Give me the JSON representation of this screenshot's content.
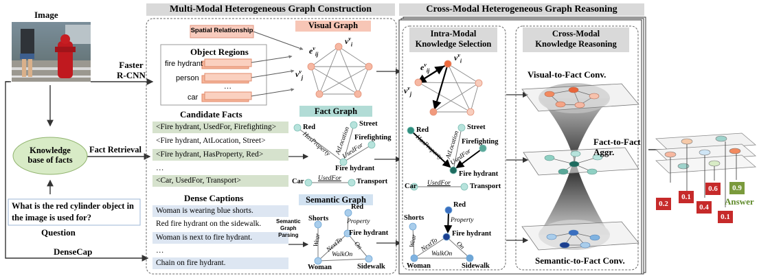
{
  "left": {
    "image_label": "Image",
    "faster_rcnn": "Faster\nR-CNN",
    "knowledge_base": "Knowledge\nbase of facts",
    "fact_retrieval": "Fact Retrieval",
    "question_text": "What is the red cylinder object in the image is used for?",
    "question_label": "Question",
    "densecap": "DenseCap"
  },
  "construction": {
    "header": "Multi-Modal Heterogeneous Graph Construction",
    "spatial_relationship": "Spatial Relationship",
    "visual_graph_title": "Visual Graph",
    "object_regions_title": "Object Regions",
    "object_regions": [
      "fire hydrant",
      "person",
      "car"
    ],
    "regions_ellipsis": "…",
    "candidate_facts_title": "Candidate Facts",
    "candidate_facts": [
      "<Fire hydrant, UsedFor, Firefighting>",
      "<Fire hydrant, AtLocation, Street>",
      "<Fire hydrant, HasProperty, Red>",
      "…",
      "<Car, UsedFor, Transport>"
    ],
    "fact_graph_title": "Fact Graph",
    "dense_captions_title": "Dense Captions",
    "dense_captions": [
      "Woman is wearing blue shorts.",
      "Red fire hydrant on the sidewalk.",
      "Woman is next to fire hydrant.",
      "…",
      "Chain on fire hydrant."
    ],
    "semantic_graph_parsing": "Semantic\nGraph\nParsing",
    "semantic_graph_title": "Semantic Graph"
  },
  "graph_labels": {
    "eij": "e",
    "eij_sup": "v",
    "eij_sub": "ij",
    "vi": "v",
    "vi_sup": "v",
    "vi_sub": "i",
    "vj": "v",
    "vj_sup": "v",
    "vj_sub": "j",
    "red": "Red",
    "street": "Street",
    "firefighting": "Firefighting",
    "fire_hydrant": "Fire hydrant",
    "car": "Car",
    "transport": "Transport",
    "has_property": "HasProperty",
    "at_location": "AtLocation",
    "used_for": "UsedFor",
    "shorts": "Shorts",
    "property": "Property",
    "wear": "Wear",
    "next_to": "NextTo",
    "on": "On",
    "walk_on": "WalkOn",
    "woman": "Woman",
    "sidewalk": "Sidewalk"
  },
  "reasoning": {
    "header": "Cross-Modal Heterogeneous Graph Reasoning",
    "intra_title": "Intra-Modal\nKnowledge Selection",
    "cross_title": "Cross-Modal\nKnowledge Reasoning",
    "visual_to_fact": "Visual-to-Fact Conv.",
    "fact_to_fact": "Fact-to-Fact\nAggr.",
    "semantic_to_fact": "Semantic-to-Fact Conv."
  },
  "answer": {
    "scores": [
      "0.2",
      "0.1",
      "0.4",
      "0.6",
      "0.1",
      "0.9"
    ],
    "label": "Answer"
  },
  "colors": {
    "header_bg": "#d9d9d9",
    "visual_accent": "#f5b8a6",
    "fact_accent": "#9fd3cc",
    "semantic_accent": "#c9dcee",
    "fact_row": "#d6e2cd",
    "caption_row": "#dde6f2",
    "score_red": "#c62a2a",
    "score_green": "#7a9a3c"
  }
}
